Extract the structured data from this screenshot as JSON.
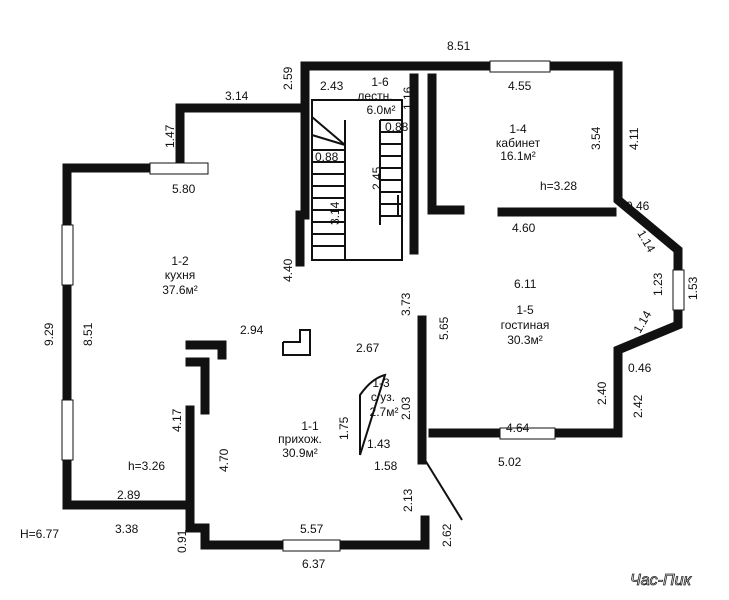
{
  "rooms": [
    {
      "num": "1-1",
      "name": "прихож.",
      "area": "30.9м²"
    },
    {
      "num": "1-2",
      "name": "кухня",
      "area": "37.6м²"
    },
    {
      "num": "1-3",
      "name": "с/уз.",
      "area": "2.7м²"
    },
    {
      "num": "1-4",
      "name": "кабинет",
      "area": "16.1м²"
    },
    {
      "num": "1-5",
      "name": "гостиная",
      "area": "30.3м²"
    },
    {
      "num": "1-6",
      "name": "лестн.",
      "area": "6.0м²"
    }
  ],
  "heights": {
    "kitchen": "h=3.26",
    "office": "h=3.28",
    "building": "H=6.77"
  },
  "dims": {
    "d851_top": "8.51",
    "d259": "2.59",
    "d314": "3.14",
    "d147": "1.47",
    "d580": "5.80",
    "d243": "2.43",
    "d116": "1.16",
    "d088a": "0.88",
    "d088b": "0.88",
    "d245": "2.45",
    "d314b": "3.14",
    "d440": "4.40",
    "d455": "4.55",
    "d354": "3.54",
    "d411": "4.11",
    "d046a": "0.46",
    "d114a": "1.14",
    "d460": "4.60",
    "d611": "6.11",
    "d123": "1.23",
    "d153": "1.53",
    "d114b": "1.14",
    "d046b": "0.46",
    "d373": "3.73",
    "d565": "5.65",
    "d929": "9.29",
    "d851_left": "8.51",
    "d294": "2.94",
    "d267": "2.67",
    "d417": "4.17",
    "d470": "4.70",
    "d175": "1.75",
    "d203": "2.03",
    "d143": "1.43",
    "d158": "1.58",
    "d240": "2.40",
    "d242": "2.42",
    "d464": "4.64",
    "d502": "5.02",
    "d289": "2.89",
    "d338": "3.38",
    "d091": "0.91",
    "d213": "2.13",
    "d557": "5.57",
    "d262": "2.62",
    "d637": "6.37"
  },
  "watermark": "Час-Пик"
}
